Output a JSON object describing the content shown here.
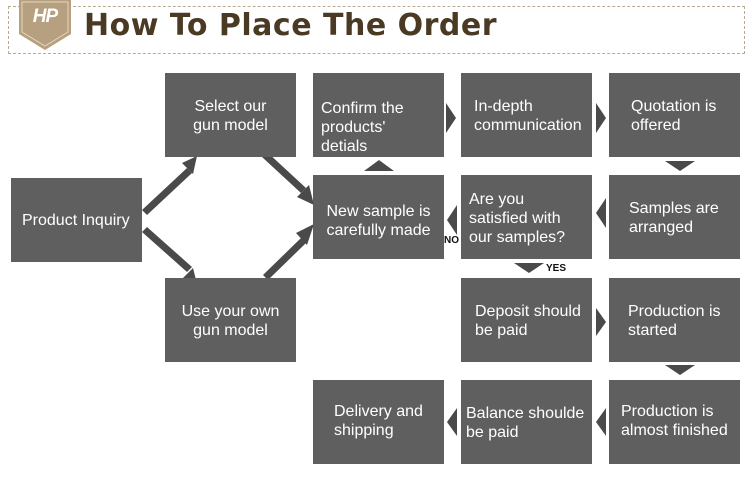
{
  "header": {
    "title": "How To Place The Order",
    "logo_text": "HP"
  },
  "steps": {
    "product_inquiry": "Product Inquiry",
    "select_model": "Select our gun model",
    "use_own_model": "Use your own gun model",
    "confirm_details": "Confirm the products' detials",
    "new_sample": "New sample is carefully made",
    "in_depth": "In-depth communication",
    "quotation": "Quotation is offered",
    "satisfied": "Are you satisfied with our samples?",
    "samples_arranged": "Samples are arranged",
    "deposit": "Deposit should be paid",
    "production_started": "Production is started",
    "delivery": "Delivery and shipping",
    "balance": "Balance shoulde be paid",
    "almost_finished": "Production is almost finished"
  },
  "labels": {
    "no": "NO",
    "yes": "YES"
  },
  "colors": {
    "box": "#5f5f60",
    "arrow": "#4a4a4a",
    "title": "#4a3a24",
    "logo_badge": "#b7a07f"
  }
}
